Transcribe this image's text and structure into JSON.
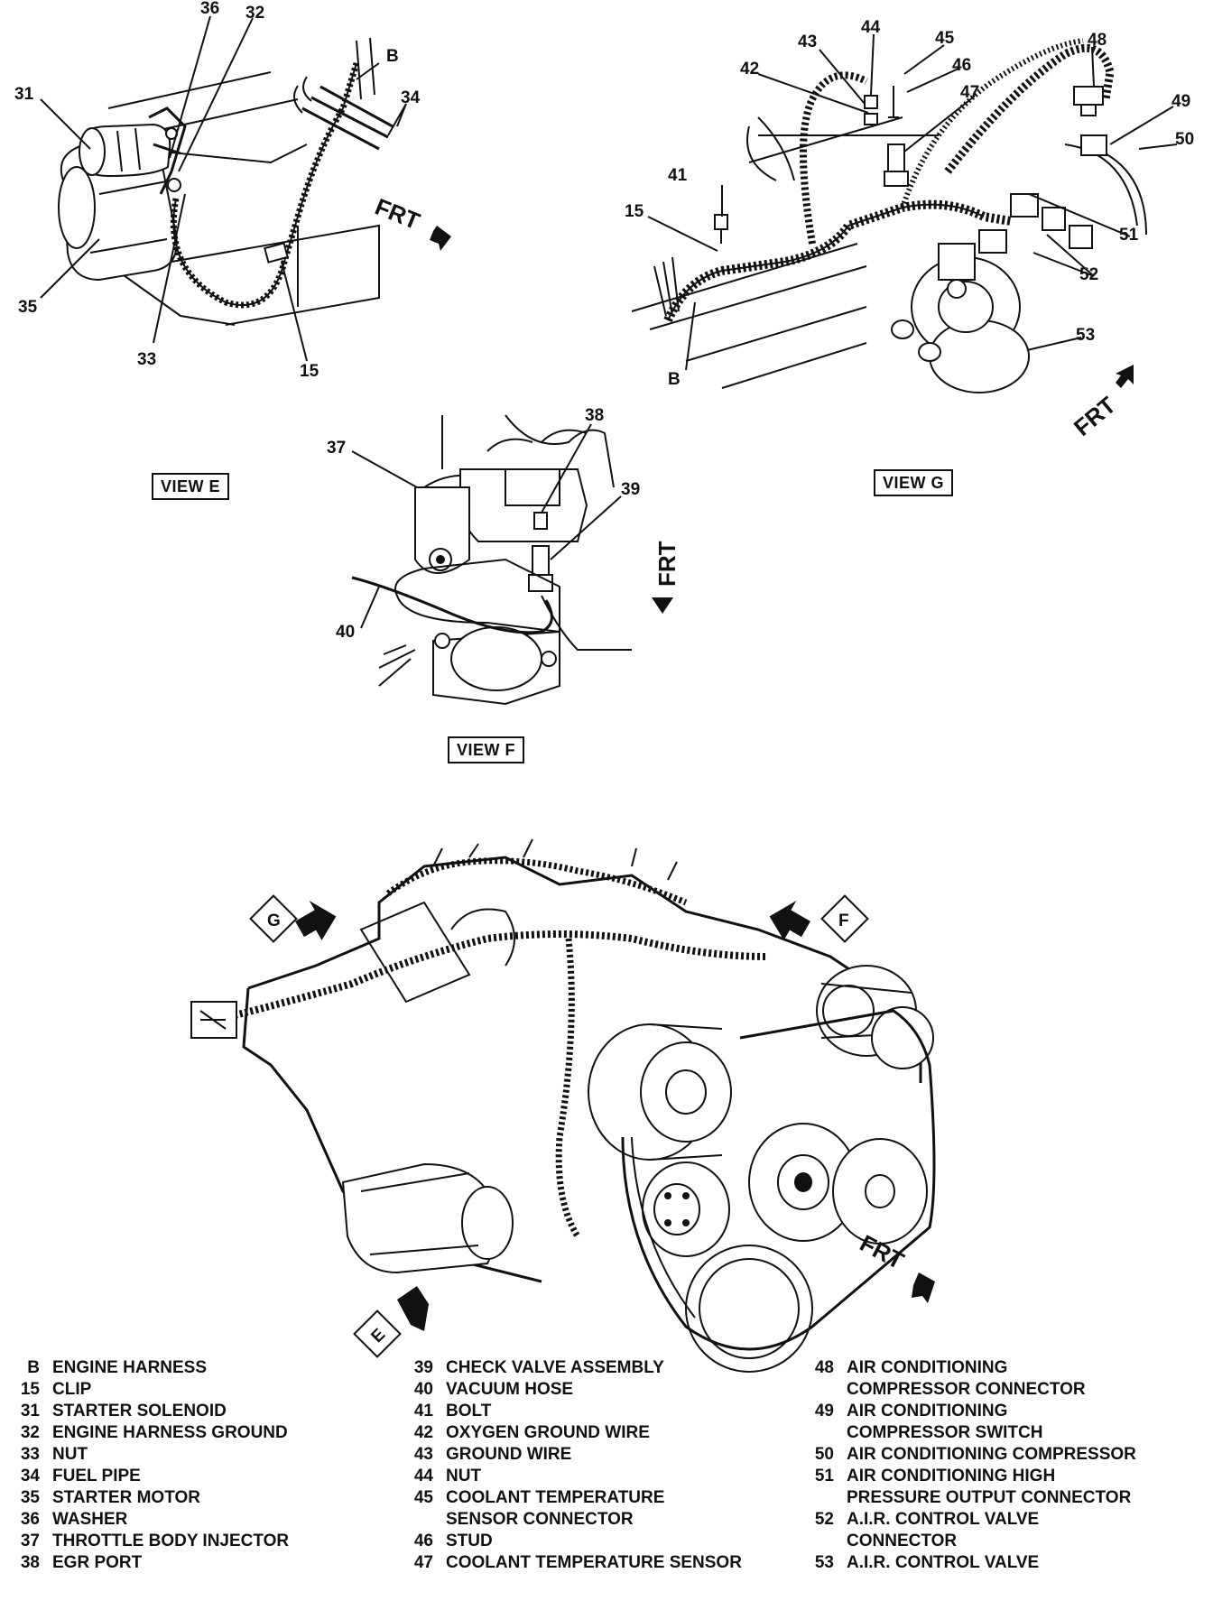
{
  "view_labels": {
    "view_e": "VIEW E",
    "view_f": "VIEW F",
    "view_g": "VIEW G"
  },
  "direction_label": "FRT",
  "view_markers": {
    "e": "E",
    "f": "F",
    "g": "G"
  },
  "callouts": {
    "c36": "36",
    "c32": "32",
    "c31": "31",
    "cB_e": "B",
    "c34": "34",
    "c35": "35",
    "c33": "33",
    "c15_e": "15",
    "c44": "44",
    "c43": "43",
    "c45": "45",
    "c46": "46",
    "c42": "42",
    "c47": "47",
    "c48": "48",
    "c49": "49",
    "c50": "50",
    "c41": "41",
    "c15_g": "15",
    "c51": "51",
    "c52": "52",
    "c53": "53",
    "cB_g": "B",
    "c38": "38",
    "c37": "37",
    "c39": "39",
    "c40": "40"
  },
  "legend": {
    "col1": [
      {
        "num": "B",
        "text": "ENGINE HARNESS"
      },
      {
        "num": "15",
        "text": "CLIP"
      },
      {
        "num": "31",
        "text": "STARTER SOLENOID"
      },
      {
        "num": "32",
        "text": "ENGINE HARNESS GROUND"
      },
      {
        "num": "33",
        "text": "NUT"
      },
      {
        "num": "34",
        "text": "FUEL PIPE"
      },
      {
        "num": "35",
        "text": "STARTER MOTOR"
      },
      {
        "num": "36",
        "text": "WASHER"
      },
      {
        "num": "37",
        "text": "THROTTLE BODY INJECTOR"
      },
      {
        "num": "38",
        "text": "EGR PORT"
      }
    ],
    "col2": [
      {
        "num": "39",
        "text": "CHECK VALVE ASSEMBLY"
      },
      {
        "num": "40",
        "text": "VACUUM HOSE"
      },
      {
        "num": "41",
        "text": "BOLT"
      },
      {
        "num": "42",
        "text": "OXYGEN GROUND WIRE"
      },
      {
        "num": "43",
        "text": "GROUND WIRE"
      },
      {
        "num": "44",
        "text": "NUT"
      },
      {
        "num": "45",
        "text": "COOLANT TEMPERATURE",
        "cont": "SENSOR CONNECTOR"
      },
      {
        "num": "46",
        "text": "STUD"
      },
      {
        "num": "47",
        "text": "COOLANT TEMPERATURE SENSOR"
      }
    ],
    "col3": [
      {
        "num": "48",
        "text": "AIR CONDITIONING",
        "cont": "COMPRESSOR CONNECTOR"
      },
      {
        "num": "49",
        "text": "AIR CONDITIONING",
        "cont": "COMPRESSOR SWITCH"
      },
      {
        "num": "50",
        "text": "AIR CONDITIONING COMPRESSOR"
      },
      {
        "num": "51",
        "text": "AIR CONDITIONING HIGH",
        "cont": "PRESSURE OUTPUT CONNECTOR"
      },
      {
        "num": "52",
        "text": "A.I.R. CONTROL VALVE",
        "cont": "CONNECTOR"
      },
      {
        "num": "53",
        "text": "A.I.R. CONTROL VALVE"
      }
    ]
  }
}
